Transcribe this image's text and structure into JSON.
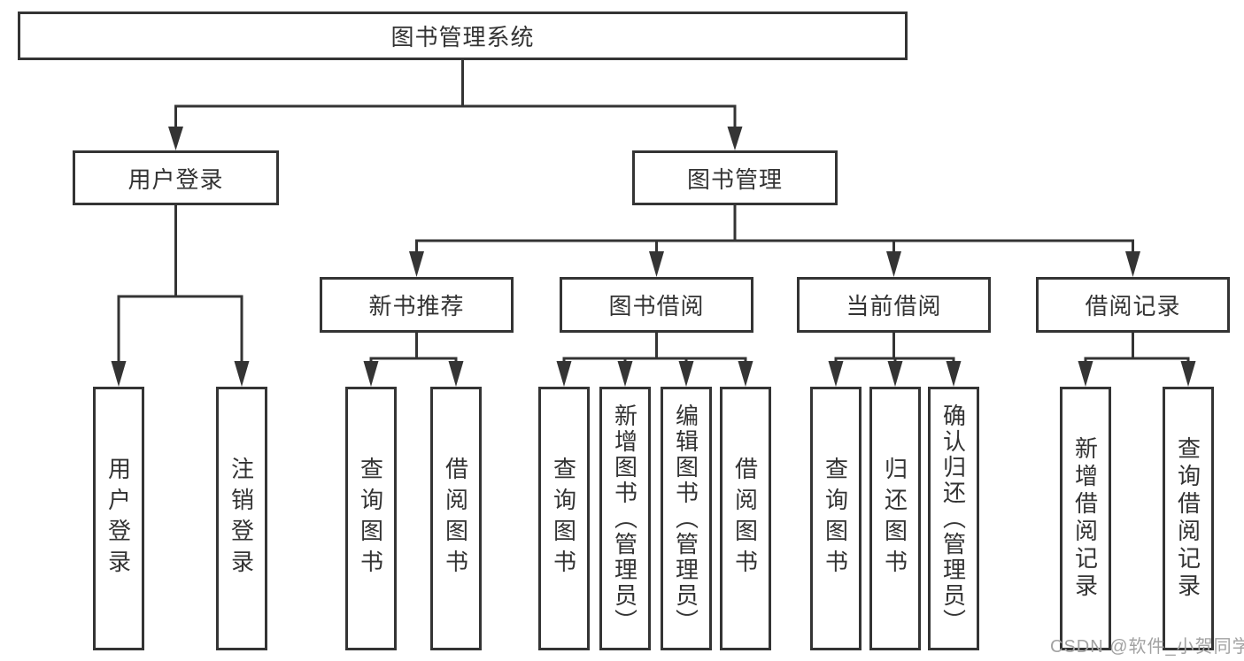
{
  "root": {
    "label": "图书管理系统"
  },
  "level2": {
    "userLogin": {
      "label": "用户登录"
    },
    "bookManagement": {
      "label": "图书管理"
    }
  },
  "level3": {
    "newBookRecommend": {
      "label": "新书推荐"
    },
    "bookBorrow": {
      "label": "图书借阅"
    },
    "currentBorrow": {
      "label": "当前借阅"
    },
    "borrowRecord": {
      "label": "借阅记录"
    }
  },
  "leaves": {
    "userLogin": [
      "用户登录",
      "注销登录"
    ],
    "newBookRecommend": [
      "查询图书",
      "借阅图书"
    ],
    "bookBorrow": [
      "查询图书",
      "新增图书（管理员）",
      "编辑图书（管理员）",
      "借阅图书"
    ],
    "currentBorrow": [
      "查询图书",
      "归还图书",
      "确认归还（管理员）"
    ],
    "borrowRecord": [
      "新增借阅记录",
      "查询借阅记录"
    ]
  },
  "watermark": {
    "text": "CSDN @软件_小贺同学"
  },
  "colors": {
    "line": "#343434",
    "text": "#333333",
    "background": "#ffffff",
    "watermark": "#a2a2a2"
  }
}
